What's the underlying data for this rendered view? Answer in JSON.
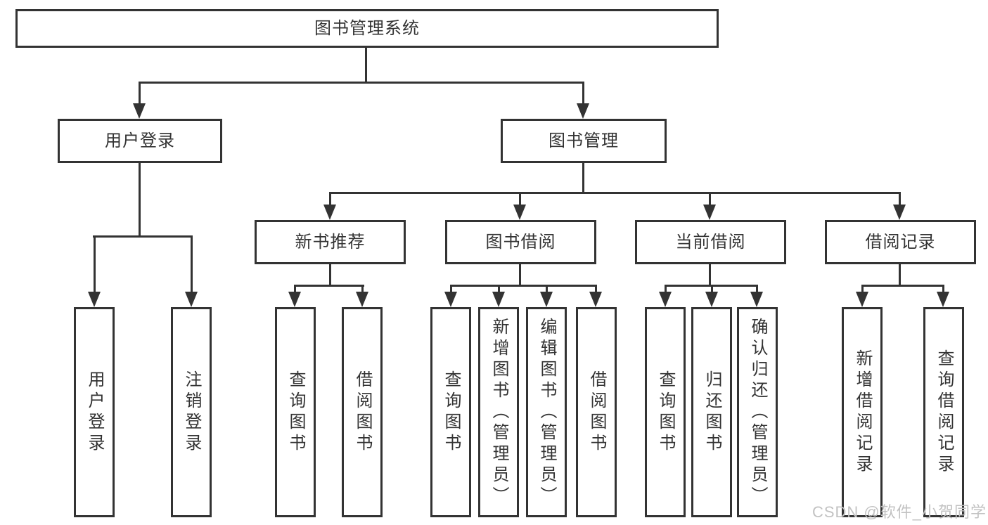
{
  "diagram": {
    "type": "tree",
    "tree": {
      "label": "图书管理系统",
      "children": [
        {
          "label": "用户登录",
          "children": [
            {
              "label": "用户登录"
            },
            {
              "label": "注销登录"
            }
          ]
        },
        {
          "label": "图书管理",
          "children": [
            {
              "label": "新书推荐",
              "children": [
                {
                  "label": "查询图书"
                },
                {
                  "label": "借阅图书"
                }
              ]
            },
            {
              "label": "图书借阅",
              "children": [
                {
                  "label": "查询图书"
                },
                {
                  "label": "新增图书（管理员）"
                },
                {
                  "label": "编辑图书（管理员）"
                },
                {
                  "label": "借阅图书"
                }
              ]
            },
            {
              "label": "当前借阅",
              "children": [
                {
                  "label": "查询图书"
                },
                {
                  "label": "归还图书"
                },
                {
                  "label": "确认归还（管理员）"
                }
              ]
            },
            {
              "label": "借阅记录",
              "children": [
                {
                  "label": "新增借阅记录"
                },
                {
                  "label": "查询借阅记录"
                }
              ]
            }
          ]
        }
      ]
    },
    "colors": {
      "line": "#333333",
      "text": "#333333",
      "box_background": "#ffffff",
      "page_background": "#ffffff",
      "watermark": "#c2c2c2"
    }
  },
  "watermark": {
    "text": "CSDN @软件_小贺同学"
  }
}
